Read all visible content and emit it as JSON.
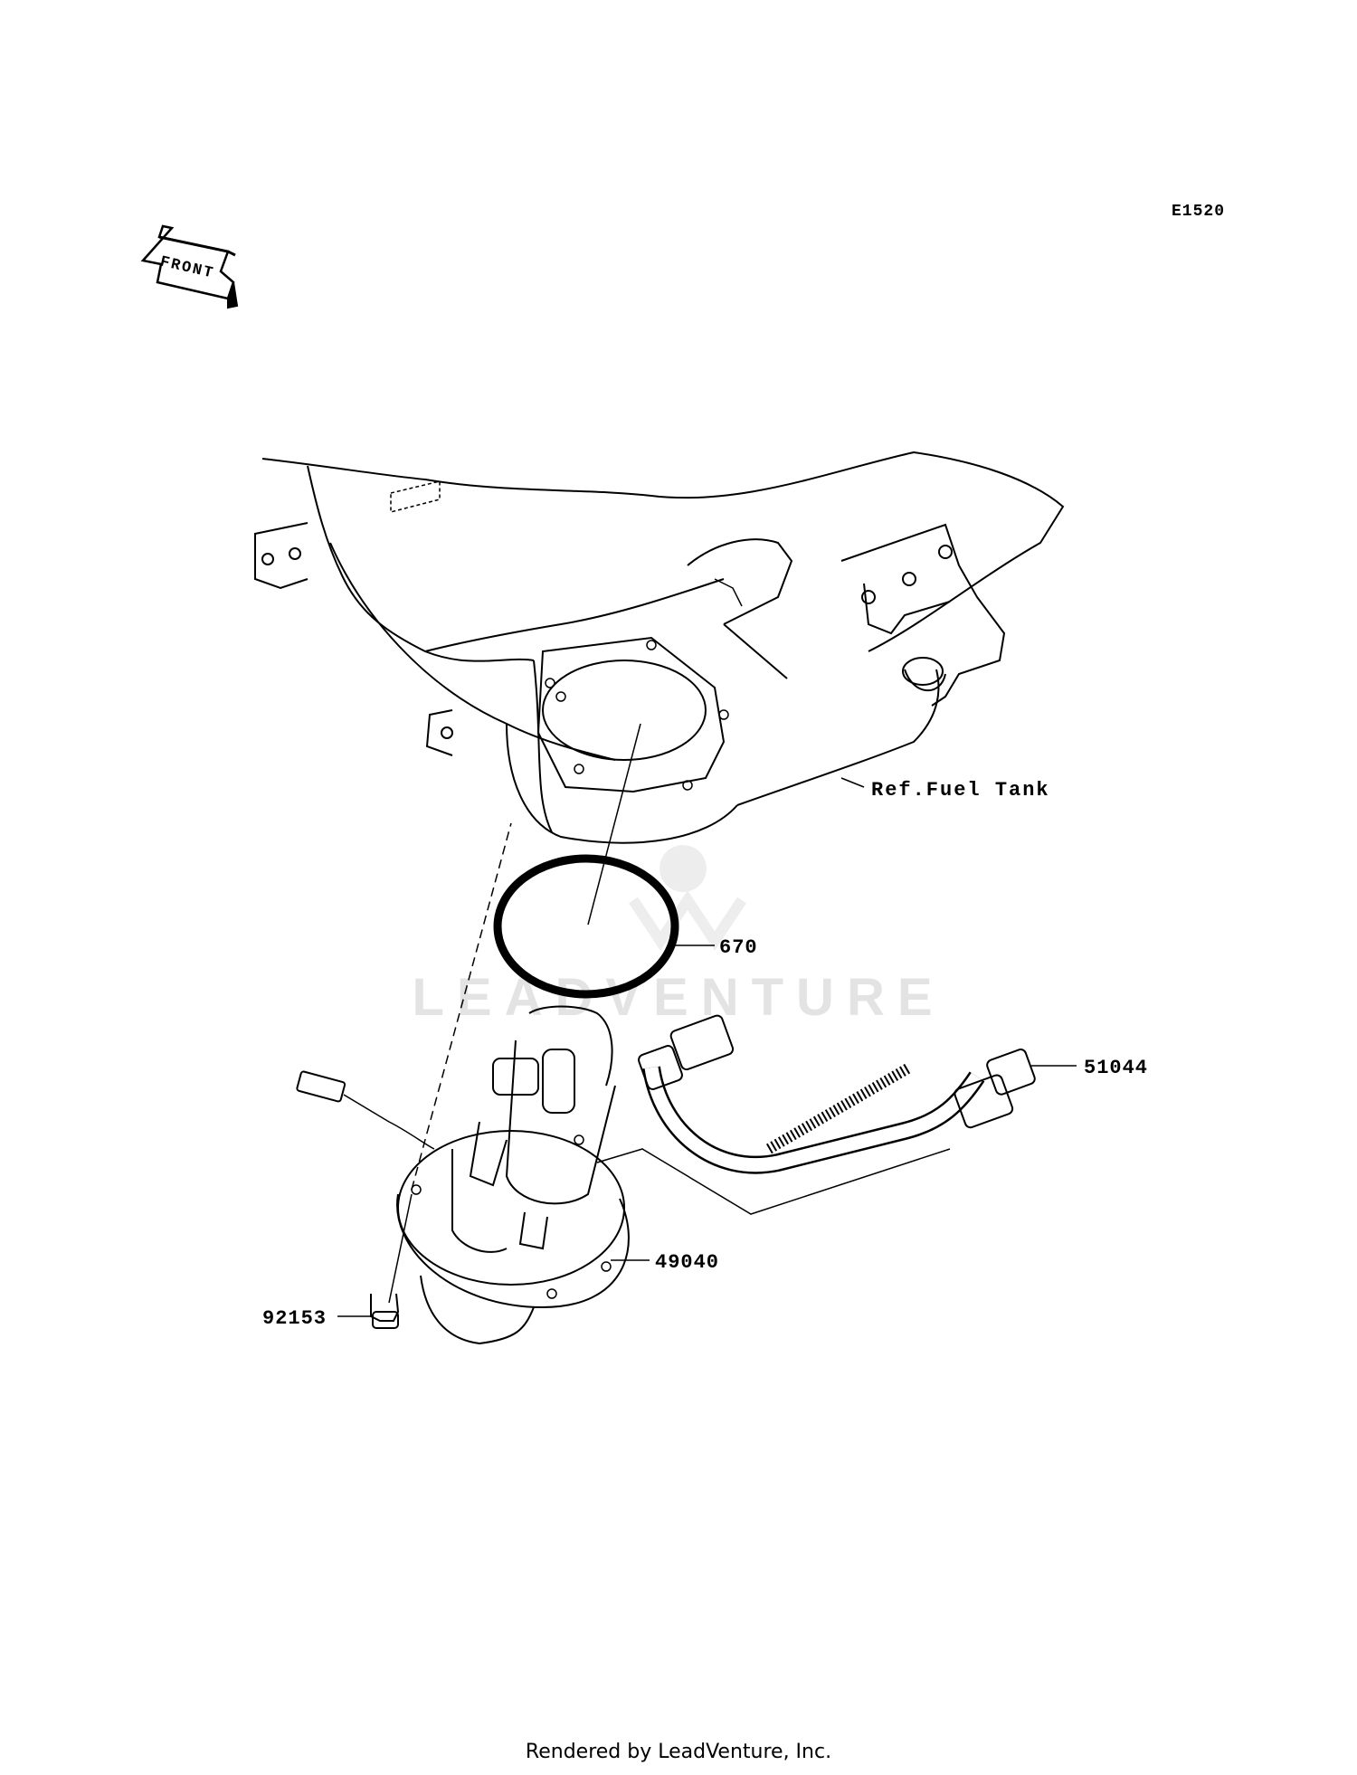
{
  "diagram": {
    "id_code": "E1520",
    "front_label": "FRONT",
    "watermark": "LEADVENTURE",
    "reference_label": "Ref.Fuel Tank",
    "callouts": [
      {
        "part": "670"
      },
      {
        "part": "51044"
      },
      {
        "part": "49040"
      },
      {
        "part": "92153"
      }
    ]
  },
  "footer": {
    "text": "Rendered by LeadVenture, Inc."
  }
}
